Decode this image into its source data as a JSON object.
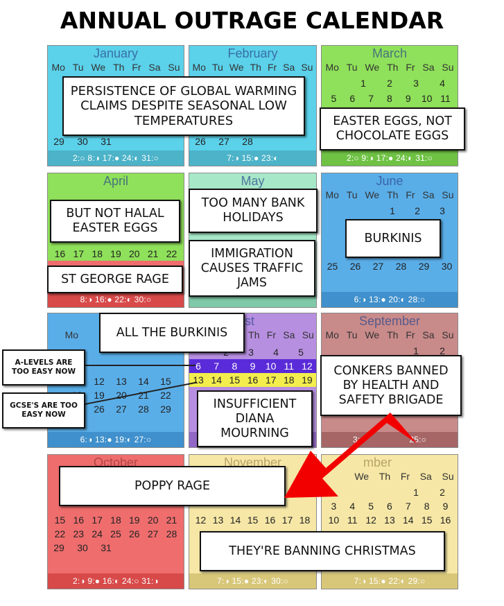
{
  "title": "ANNUAL OUTRAGE CALENDAR",
  "weekdays": [
    "Mo",
    "Tu",
    "We",
    "Th",
    "Fr",
    "Sa",
    "Su"
  ],
  "months": {
    "jan": {
      "name": "January",
      "moon": "2:○ 8:◑ 17:● 24:◐ 31:○",
      "rows": [
        "29 30 31"
      ]
    },
    "feb": {
      "name": "February",
      "moon": "7:◑ 15:● 23:◐",
      "rows": [
        "26 27 28"
      ]
    },
    "mar": {
      "name": "March",
      "moon": "2:○ 9:◑ 17:● 24:◐ 31:○",
      "rows": [
        "1 2 3 4",
        "5 6 7 8 9 10 11"
      ]
    },
    "apr": {
      "name": "April",
      "moon": "8:◑ 16:● 22:◐ 30:○",
      "rows": [
        "16 17 18 19 20 21 22"
      ]
    },
    "may": {
      "name": "May",
      "moon": "",
      "rows": []
    },
    "jun": {
      "name": "June",
      "moon": "6:◑ 13:● 20:◐ 28:○",
      "rows": [
        "1 2 3",
        "25 26 27 28 29 30"
      ]
    },
    "jul": {
      "name": "",
      "moon": "6:◑ 13:● 19:◐ 27:○",
      "rows": [
        "11 12 13 14 15",
        "18 19 20 21 22",
        "25 26 27 28 29"
      ]
    },
    "aug": {
      "name": "gust",
      "moon": "",
      "rows": [
        "2 3 4 5",
        "6 7 8 9 10 11 12",
        "13 14 15 16 17 18 19"
      ]
    },
    "sep": {
      "name": "September",
      "moon": "3:◑ 25:○",
      "rows": [
        "1 2"
      ]
    },
    "oct": {
      "name": "October",
      "moon": "2:◑ 9:● 16:◐ 24:○ 31:◑",
      "rows": [
        "15 16 17 18 19 20 21",
        "22 23 24 25 26 27 28",
        "29 30 31"
      ]
    },
    "nov": {
      "name": "November",
      "moon": "7:◑ 15:● 23:◐ 30:○",
      "rows": [
        "12 13 14 15 16 17 18"
      ]
    },
    "dec": {
      "name": "mber",
      "moon": "7:◑ 15:● 22:◐ 29:○",
      "rows": [
        "1 2",
        "3 4 5 6 7 8 9",
        "10 11 12 13 14 15 16"
      ]
    }
  },
  "labels": {
    "global_warming": "PERSISTENCE OF GLOBAL WARMING CLAIMS DESPITE SEASONAL LOW TEMPERATURES",
    "easter_eggs": "EASTER EGGS, NOT CHOCOLATE EGGS",
    "halal": "BUT NOT HALAL EASTER EGGS",
    "bank_holidays": "TOO MANY BANK HOLIDAYS",
    "burkinis": "BURKINIS",
    "st_george": "ST GEORGE RAGE",
    "immigration": "IMMIGRATION CAUSES TRAFFIC JAMS",
    "all_burkinis": "ALL THE BURKINIS",
    "a_levels": "A-LEVELS ARE TOO EASY NOW",
    "gcse": "GCSE'S ARE TOO EASY NOW",
    "conkers": "CONKERS BANNED BY HEALTH AND SAFETY BRIGADE",
    "diana": "INSUFFICIENT DIANA MOURNING",
    "poppy": "POPPY RAGE",
    "christmas": "THEY'RE BANNING CHRISTMAS"
  },
  "colors": {
    "jan": "#5bd1ea",
    "feb": "#5bd1ea",
    "mar": "#8fe05a",
    "apr": "#8fe05a",
    "may": "#a7e8c8",
    "jun": "#5aaee8",
    "jul": "#5aaee8",
    "aug": "#b78fe0",
    "sep": "#c98a8a",
    "oct": "#ef6d6d",
    "nov": "#f6e7a6",
    "dec": "#f6e7a6",
    "arrow": "#f20000"
  }
}
